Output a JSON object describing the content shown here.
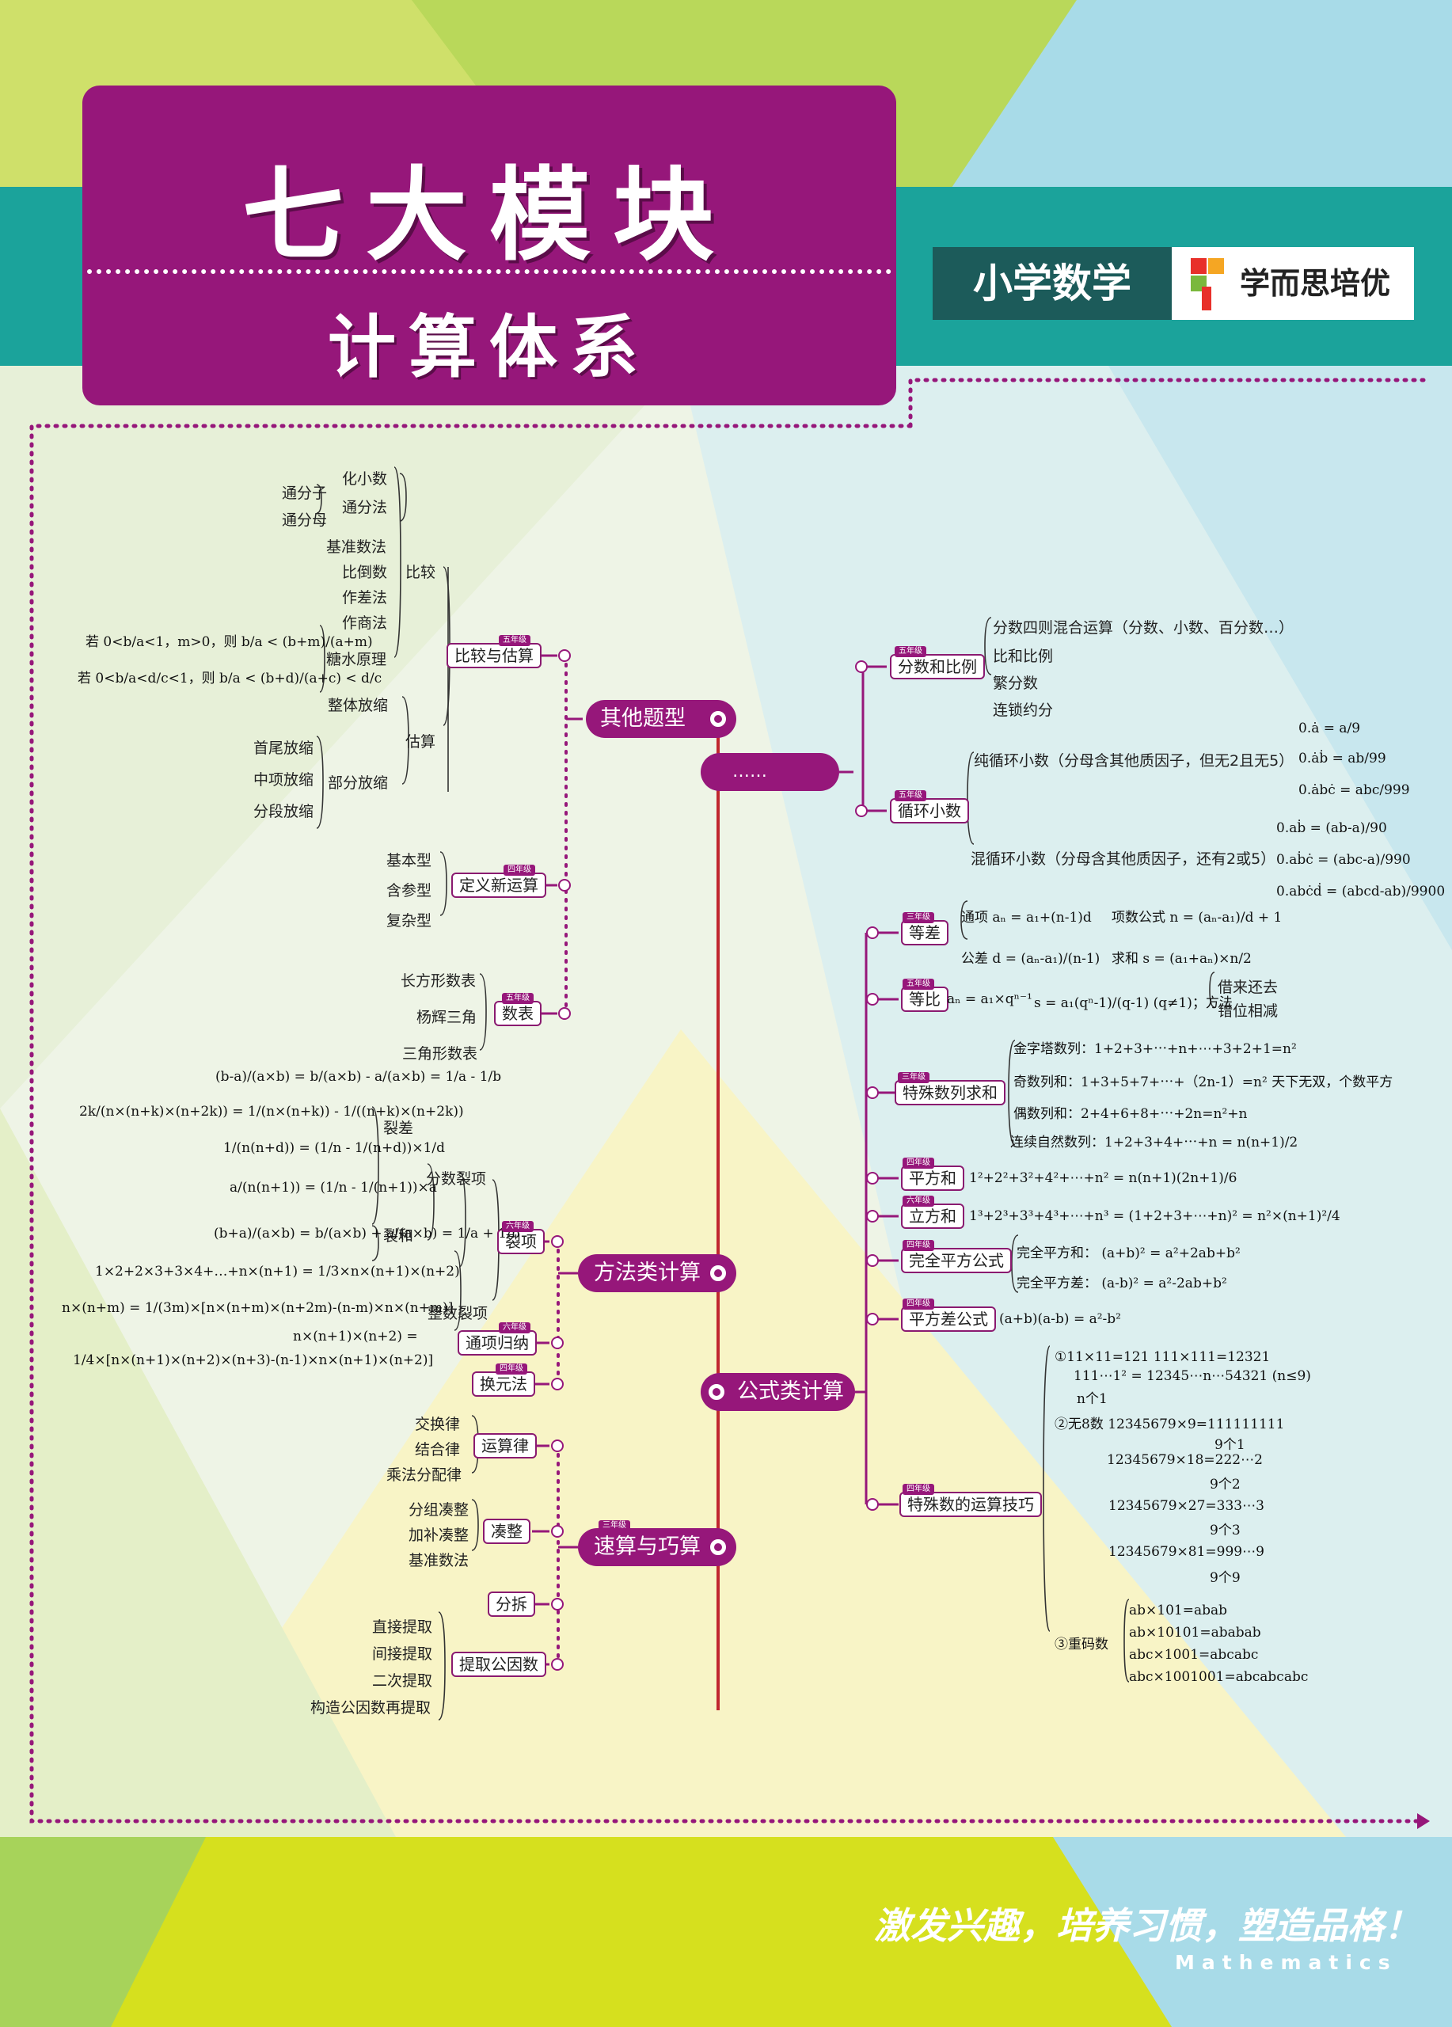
{
  "header": {
    "title": "七大模块",
    "subtitle": "计算体系",
    "grade": "小学数学",
    "brand": "学而思培优"
  },
  "root": "计算",
  "branches": {
    "other": "其他题型",
    "method": "方法类计算",
    "formula": "公式类计算",
    "speed": "速算与巧算",
    "hidden": "……"
  },
  "left": {
    "compare_box": "比较与估算",
    "compare_tag": "五年级",
    "compare": "比较",
    "estimate": "估算",
    "compare_items": [
      "化小数",
      "通分法",
      "基准数法",
      "比倒数",
      "作差法",
      "作商法",
      "糖水原理"
    ],
    "tongfen": [
      "通分子",
      "通分母"
    ],
    "sugar": [
      "若 0<b/a<1，m>0，则 b/a < (b+m)/(a+m)",
      "若 0<b/a<d/c<1，则 b/a < (b+d)/(a+c) < d/c"
    ],
    "est_items": [
      "整体放缩",
      "部分放缩"
    ],
    "part_items": [
      "首尾放缩",
      "中项放缩",
      "分段放缩"
    ],
    "def_box": "定义新运算",
    "def_tag": "四年级",
    "def_items": [
      "基本型",
      "含参型",
      "复杂型"
    ],
    "table_box": "数表",
    "table_tag": "五年级",
    "table_items": [
      "长方形数表",
      "杨辉三角",
      "三角形数表"
    ],
    "split_box": "裂项",
    "split_tag": "六年级",
    "frac_split": "分数裂项",
    "int_split": "整数裂项",
    "lie_cha": "裂差",
    "lie_he": "裂和",
    "split_f": [
      "(b-a)/(a×b) = b/(a×b) - a/(a×b) = 1/a - 1/b",
      "2k/(n×(n+k)×(n+2k)) = 1/(n×(n+k)) - 1/((n+k)×(n+2k))",
      "1/(n(n+d)) = (1/n - 1/(n+d))×1/d",
      "a/(n(n+1)) = (1/n - 1/(n+1))×a",
      "(b+a)/(a×b) = b/(a×b) + a/(a×b) = 1/a + 1/b",
      "1×2+2×3+3×4+…+n×(n+1) = 1/3×n×(n+1)×(n+2)",
      "n×(n+m) = 1/(3m)×[n×(n+m)×(n+2m)-(n-m)×n×(n+m)]",
      "n×(n+1)×(n+2) =",
      "1/4×[n×(n+1)×(n+2)×(n+3)-(n-1)×n×(n+1)×(n+2)]"
    ],
    "common_box": "通项归纳",
    "common_tag": "六年级",
    "sub_box": "换元法",
    "sub_tag": "四年级",
    "law_box": "运算律",
    "law_items": [
      "交换律",
      "结合律",
      "乘法分配律"
    ],
    "round_box": "凑整",
    "round_items": [
      "分组凑整",
      "加补凑整",
      "基准数法"
    ],
    "split2_box": "分拆",
    "factor_box": "提取公因数",
    "factor_items": [
      "直接提取",
      "间接提取",
      "二次提取",
      "构造公因数再提取"
    ],
    "speed_tag": "三年级"
  },
  "right": {
    "fraction_box": "分数和比例",
    "fraction_tag": "五年级",
    "fraction_items": [
      "分数四则混合运算（分数、小数、百分数…）",
      "比和比例",
      "繁分数",
      "连锁约分"
    ],
    "cycle_box": "循环小数",
    "cycle_tag": "五年级",
    "pure": "纯循环小数（分母含其他质因子，但无2且无5）",
    "mixed": "混循环小数（分母含其他质因子，还有2或5）",
    "pure_f": [
      "0.ȧ = a/9",
      "0.ȧḃ = ab/99",
      "0.ȧbċ = abc/999"
    ],
    "mixed_f": [
      "0.aḃ = (ab-a)/90",
      "0.aḃċ = (abc-a)/990",
      "0.abċḋ = (abcd-ab)/9900"
    ],
    "arith_box": "等差",
    "arith_tag": "三年级",
    "arith_f": [
      "通项 aₙ = a₁+(n-1)d",
      "项数公式 n = (aₙ-a₁)/d + 1",
      "公差 d = (aₙ-a₁)/(n-1)",
      "求和 s = (a₁+aₙ)×n/2"
    ],
    "geo_box": "等比",
    "geo_tag": "五年级",
    "geo_f": [
      "aₙ = a₁×qⁿ⁻¹",
      "s = a₁(qⁿ-1)/(q-1)  (q≠1)；方法"
    ],
    "geo_methods": [
      "借来还去",
      "错位相减"
    ],
    "special_box": "特殊数列求和",
    "special_tag": "三年级",
    "special_f": [
      "金字塔数列：1+2+3+⋯+n+⋯+3+2+1=n²",
      "奇数列和：1+3+5+7+⋯+（2n-1）=n²  天下无双，个数平方",
      "偶数列和：2+4+6+8+⋯+2n=n²+n",
      "连续自然数列：1+2+3+4+⋯+n = n(n+1)/2"
    ],
    "square_box": "平方和",
    "square_tag": "四年级",
    "square_f": "1²+2²+3²+4²+⋯+n² = n(n+1)(2n+1)/6",
    "cube_box": "立方和",
    "cube_tag": "六年级",
    "cube_f": "1³+2³+3³+4³+⋯+n³ = (1+2+3+⋯+n)² = n²×(n+1)²/4",
    "perfect_box": "完全平方公式",
    "perfect_tag": "四年级",
    "perfect_f": [
      "完全平方和：  (a+b)² = a²+2ab+b²",
      "完全平方差：  (a-b)² = a²-2ab+b²"
    ],
    "diff_box": "平方差公式",
    "diff_tag": "四年级",
    "diff_f": "(a+b)(a-b) = a²-b²",
    "specnum_box": "特殊数的运算技巧",
    "specnum_tag": "四年级",
    "specnum_f": [
      "①11×11=121   111×111=12321",
      "111⋯1² = 12345⋯n⋯54321 (n≤9)",
      "n个1",
      "②无8数 12345679×9=111111111",
      "9个1",
      "12345679×18=222⋯2",
      "9个2",
      "12345679×27=333⋯3",
      "9个3",
      "12345679×81=999⋯9",
      "9个9",
      "③重码数",
      "ab×101=abab",
      "ab×10101=ababab",
      "abc×1001=abcabc",
      "abc×1001001=abcabcabc"
    ]
  },
  "footer": {
    "slogan": "激发兴趣，培养习惯，塑造品格！",
    "sub": "Mathematics"
  },
  "colors": {
    "primary": "#96177a",
    "teal": "#1ba39b",
    "lime": "#d6e01e",
    "root_red": "#e0141c"
  }
}
